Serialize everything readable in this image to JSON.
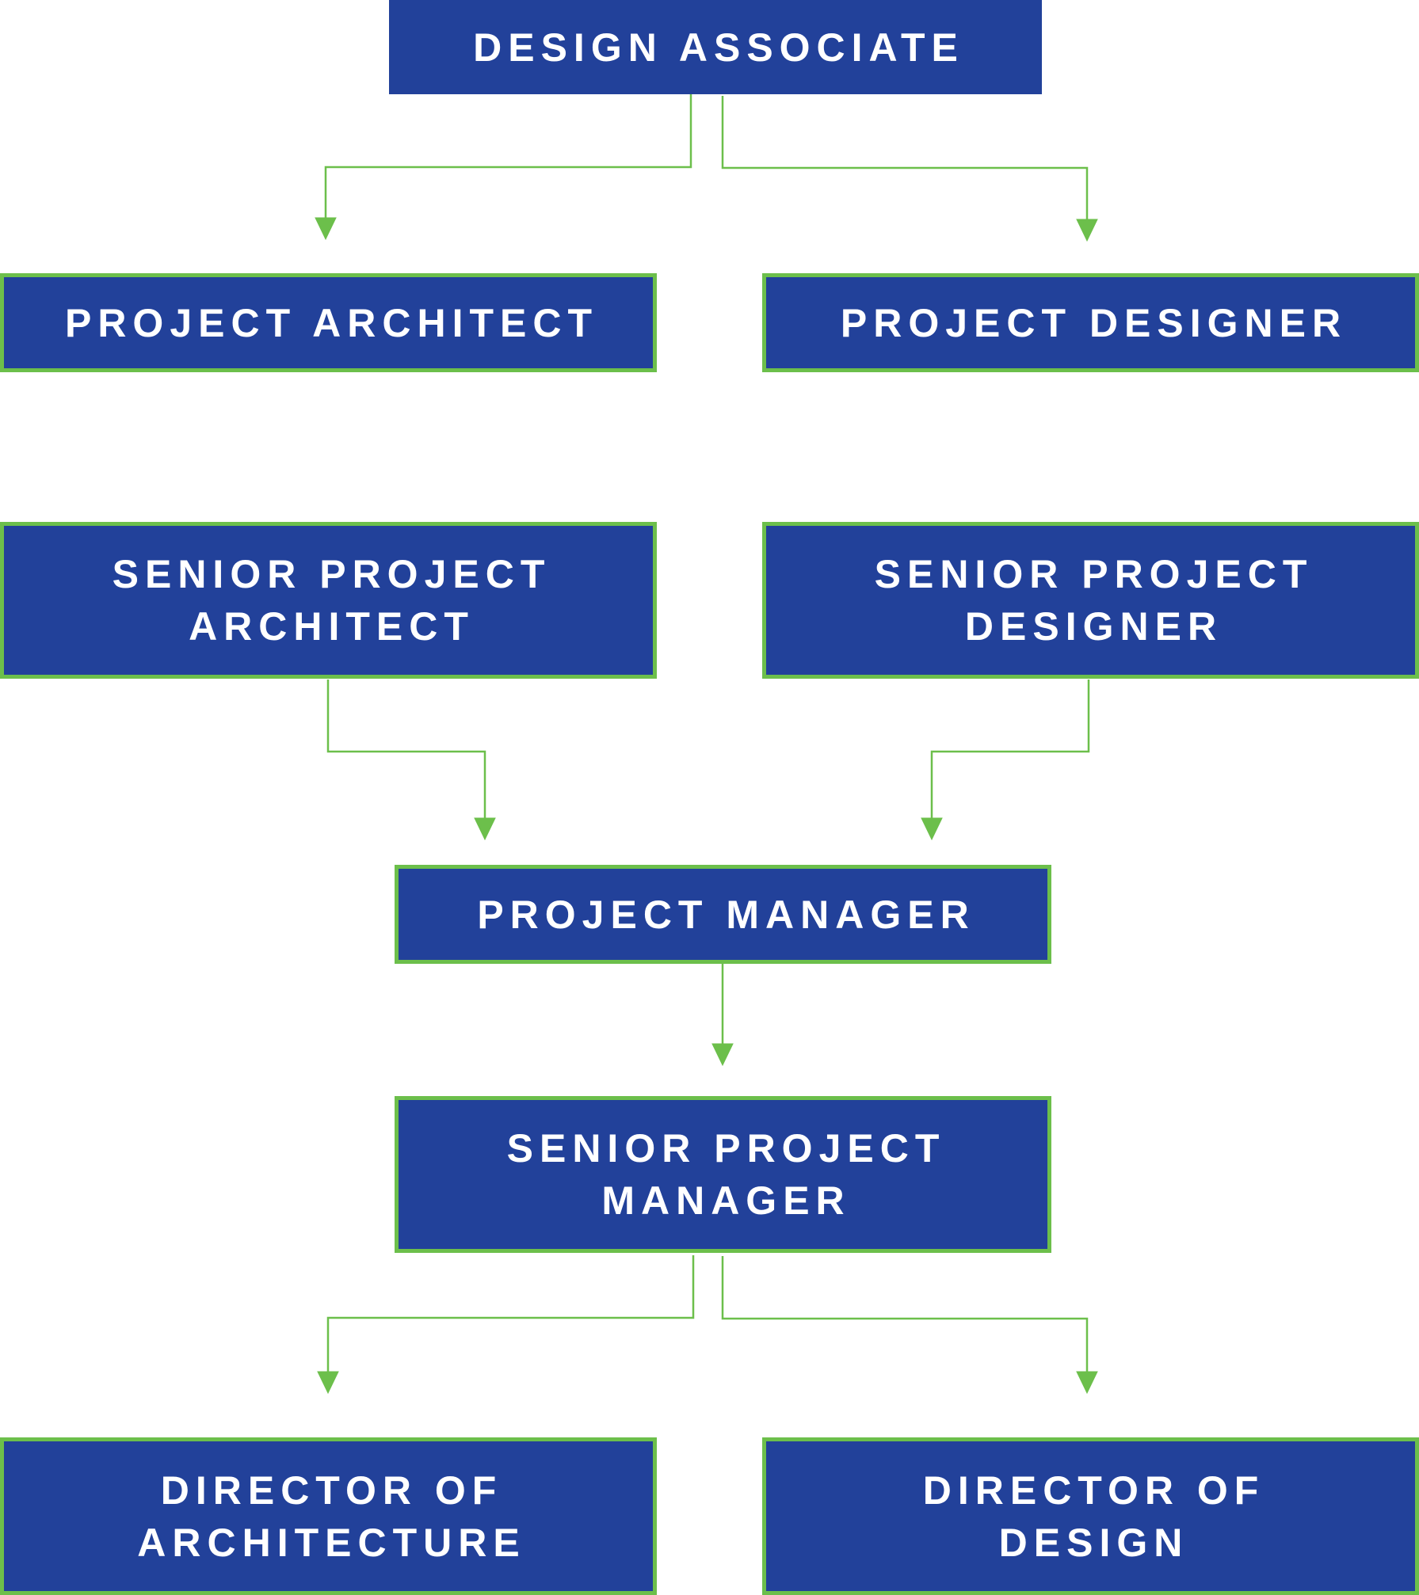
{
  "colors": {
    "box_fill": "#22419a",
    "box_border": "#6cbf4b",
    "connector": "#6cbf4b",
    "text": "#ffffff",
    "background": "#ffffff"
  },
  "nodes": {
    "design_associate": {
      "label": "DESIGN ASSOCIATE"
    },
    "project_architect": {
      "label": "PROJECT ARCHITECT"
    },
    "project_designer": {
      "label": "PROJECT DESIGNER"
    },
    "senior_project_architect": {
      "label": "SENIOR PROJECT\nARCHITECT"
    },
    "senior_project_designer": {
      "label": "SENIOR PROJECT\nDESIGNER"
    },
    "project_manager": {
      "label": "PROJECT MANAGER"
    },
    "senior_project_manager": {
      "label": "SENIOR PROJECT\nMANAGER"
    },
    "director_of_architecture": {
      "label": "DIRECTOR OF\nARCHITECTURE"
    },
    "director_of_design": {
      "label": "DIRECTOR OF\nDESIGN"
    }
  },
  "edges": [
    {
      "from": "DESIGN ASSOCIATE",
      "to": "PROJECT ARCHITECT"
    },
    {
      "from": "DESIGN ASSOCIATE",
      "to": "PROJECT DESIGNER"
    },
    {
      "from": "SENIOR PROJECT ARCHITECT",
      "to": "PROJECT MANAGER"
    },
    {
      "from": "SENIOR PROJECT DESIGNER",
      "to": "PROJECT MANAGER"
    },
    {
      "from": "PROJECT MANAGER",
      "to": "SENIOR PROJECT MANAGER"
    },
    {
      "from": "SENIOR PROJECT MANAGER",
      "to": "DIRECTOR OF ARCHITECTURE"
    },
    {
      "from": "SENIOR PROJECT MANAGER",
      "to": "DIRECTOR OF DESIGN"
    }
  ]
}
